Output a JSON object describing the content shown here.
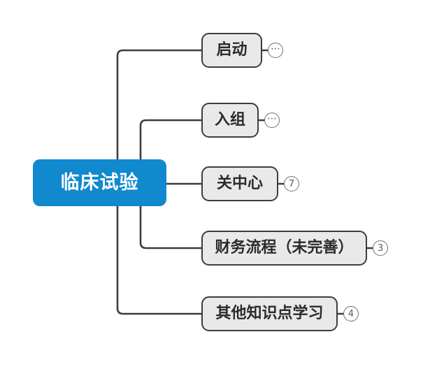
{
  "diagram": {
    "type": "mindmap",
    "title": "临床试验",
    "orientation": "left-to-right",
    "colors": {
      "root_fill": "#1189ce",
      "root_text": "#ffffff",
      "branch_fill": "#e9e9e9",
      "branch_border": "#3d3d3d",
      "branch_text": "#2b2b2b",
      "connector": "#3d3d3d",
      "badge_border": "#6f6f6f",
      "badge_text": "#5a5a5a",
      "background": "#ffffff"
    },
    "root": {
      "label": "临床试验"
    },
    "branches": [
      {
        "label": "启动",
        "badge": "⋯",
        "badge_type": "ellipsis"
      },
      {
        "label": "入组",
        "badge": "⋯",
        "badge_type": "ellipsis"
      },
      {
        "label": "关中心",
        "badge": "7",
        "badge_type": "count"
      },
      {
        "label": "财务流程（未完善）",
        "badge": "3",
        "badge_type": "count"
      },
      {
        "label": "其他知识点学习",
        "badge": "4",
        "badge_type": "count"
      }
    ]
  }
}
